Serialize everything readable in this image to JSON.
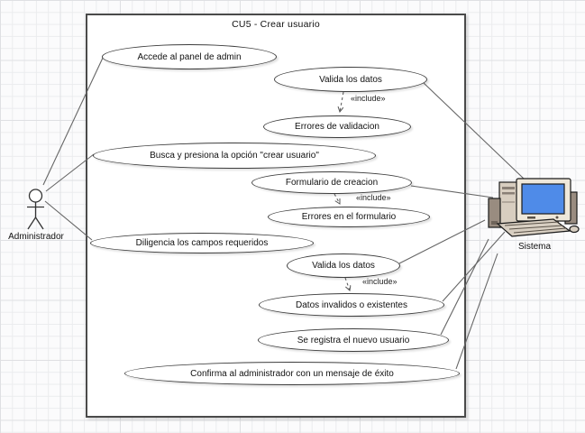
{
  "diagram": {
    "title": "CU5 - Crear usuario",
    "actor": {
      "label": "Administrador"
    },
    "system": {
      "label": "Sistema"
    },
    "use_cases": [
      {
        "id": "accede",
        "label": "Accede al panel de admin"
      },
      {
        "id": "valida-datos-1",
        "label": "Valida los datos"
      },
      {
        "id": "errores-validacion",
        "label": "Errores de validacion"
      },
      {
        "id": "busca-opcion",
        "label": "Busca y presiona la opción \"crear usuario\""
      },
      {
        "id": "formulario-creacion",
        "label": "Formulario de creacion"
      },
      {
        "id": "errores-formulario",
        "label": "Errores en el formulario"
      },
      {
        "id": "diligencia-campos",
        "label": "Diligencia los campos requeridos"
      },
      {
        "id": "valida-datos-2",
        "label": "Valida los datos"
      },
      {
        "id": "datos-invalidos",
        "label": "Datos invalidos o existentes"
      },
      {
        "id": "registra-usuario",
        "label": "Se registra el nuevo usuario"
      },
      {
        "id": "confirma-mensaje",
        "label": "Confirma al administrador con un mensaje de éxito"
      }
    ],
    "stereotypes": [
      {
        "label": "«include»"
      },
      {
        "label": "«include»"
      },
      {
        "label": "«include»"
      }
    ],
    "colors": {
      "shape_stroke": "#3d3d3d",
      "connector_gray": "#666666",
      "screen_blue": "#4f8be8",
      "clipart_beige": "#d8cec0",
      "clipart_speaker": "#998c80"
    }
  }
}
